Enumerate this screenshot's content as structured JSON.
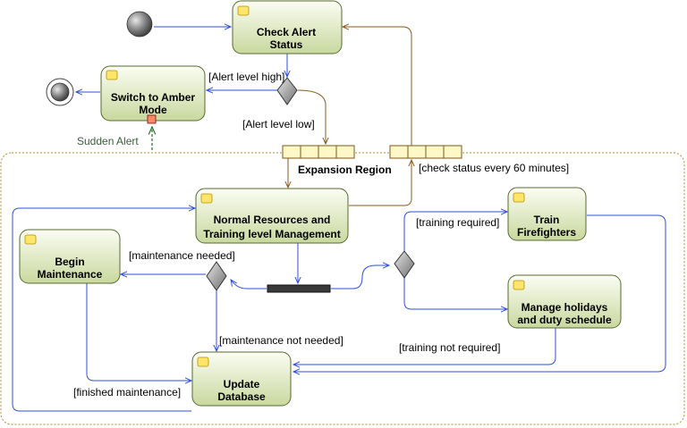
{
  "nodes": {
    "check_alert": [
      "Check Alert",
      "Status"
    ],
    "switch_amber": [
      "Switch to Amber",
      "Mode"
    ],
    "normal_resources": [
      "Normal Resources and",
      "Training level Management"
    ],
    "begin_maintenance": [
      "Begin",
      "Maintenance"
    ],
    "train_firefighters": [
      "Train",
      "Firefighters"
    ],
    "manage_holidays": [
      "Manage holidays",
      "and duty schedule"
    ],
    "update_database": [
      "Update",
      "Database"
    ]
  },
  "guards": {
    "alert_high": "[Alert level high]",
    "alert_low": "[Alert level low]",
    "check_status": "[check status every 60 minutes]",
    "training_required": "[training required]",
    "training_not_required": "[training not required]",
    "maintenance_needed": "[maintenance needed]",
    "maintenance_not_needed": "[maintenance not needed]",
    "finished_maintenance": "[finished maintenance]"
  },
  "region": {
    "label": "Expansion Region"
  },
  "signal": {
    "label": "Sudden Alert"
  },
  "colors": {
    "flow": "#2f4fd8",
    "object_flow": "#8b5a1e",
    "action_fill_top": "#ffffff",
    "action_fill_bottom": "#c7d79c",
    "region_border": "#b58a2a"
  }
}
